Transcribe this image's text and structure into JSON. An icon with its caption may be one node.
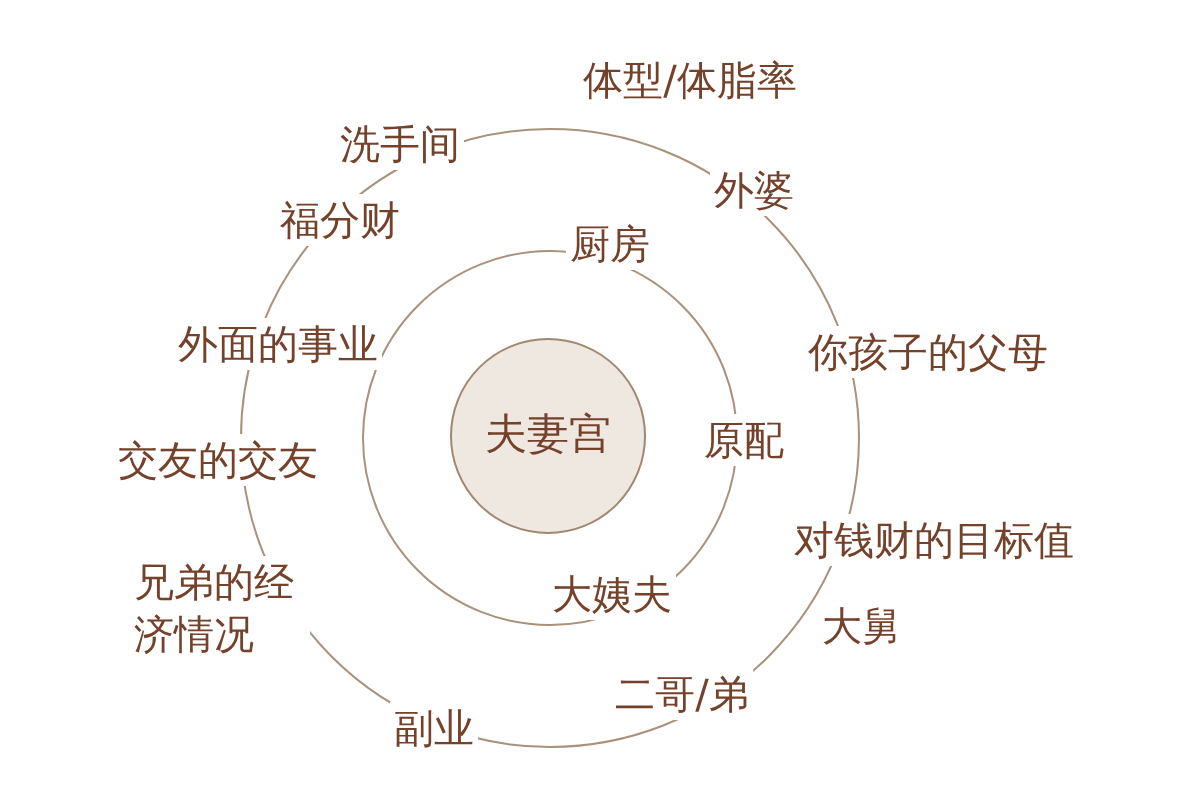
{
  "diagram": {
    "nodes": [
      {
        "text": [],
        "shape": "circle"
      },
      {
        "text": [],
        "shape": "circle",
        "in": 0
      },
      {
        "text": [
          "夫妻宫"
        ],
        "in": 1
      }
    ],
    "labels": [
      "体型/体脂率",
      "洗手间",
      "外婆",
      "福分财",
      "厨房",
      "外面的事业",
      "你孩子的父母",
      "原配",
      "交友的交友",
      "对钱财的目标值",
      "兄弟的经济情况",
      "大姨夫",
      "大舅",
      "二哥/弟",
      "副业"
    ]
  }
}
